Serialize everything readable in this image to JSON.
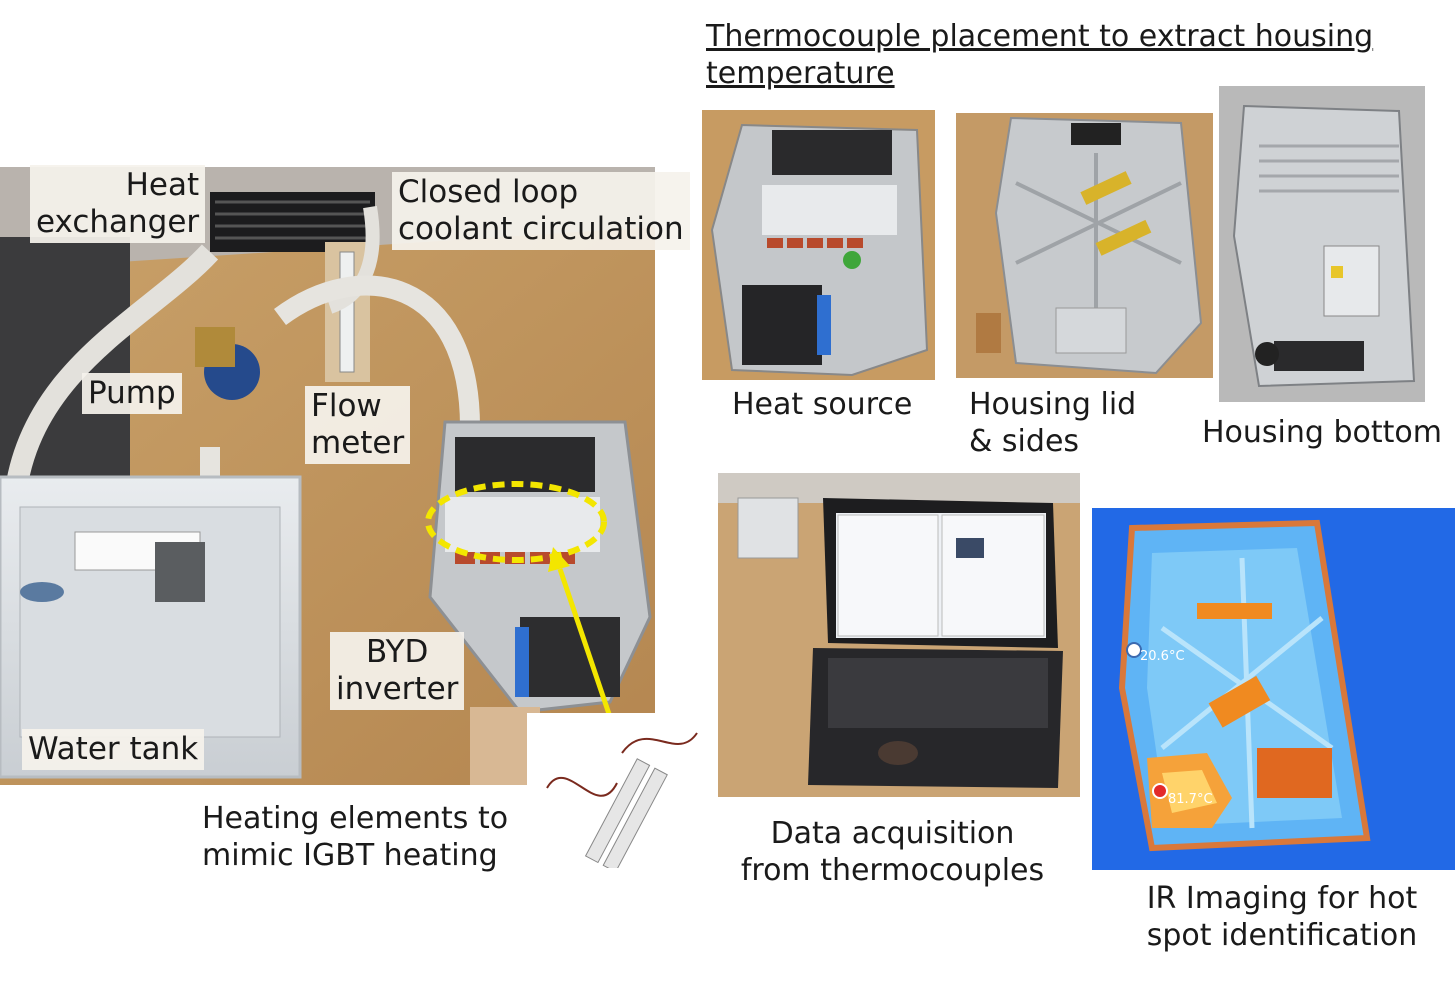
{
  "heading": "Thermocouple placement to extract housing temperature",
  "main_photo_labels": {
    "heat_exchanger": [
      "Heat",
      "exchanger"
    ],
    "closed_loop": [
      "Closed loop",
      "coolant circulation"
    ],
    "pump": "Pump",
    "flow_meter": [
      "Flow",
      "meter"
    ],
    "byd_inverter": [
      "BYD",
      "inverter"
    ],
    "water_tank": "Water tank"
  },
  "captions": {
    "heating_elements": [
      "Heating elements to",
      "mimic IGBT heating"
    ],
    "heat_source": "Heat source",
    "housing_lid": [
      "Housing lid",
      "& sides"
    ],
    "housing_bottom": "Housing bottom",
    "data_acquisition": [
      "Data acquisition",
      "from thermocouples"
    ],
    "ir_imaging": [
      "IR Imaging for hot",
      "spot identification"
    ]
  },
  "ir_readings": {
    "cool_spot": "20.6°C",
    "hot_spot": "81.7°C"
  },
  "colors": {
    "highlight_ellipse": "#f3e600",
    "arrow": "#f3e600",
    "ir_background": "#1e5fe0",
    "ir_hot": "#f08a20"
  }
}
